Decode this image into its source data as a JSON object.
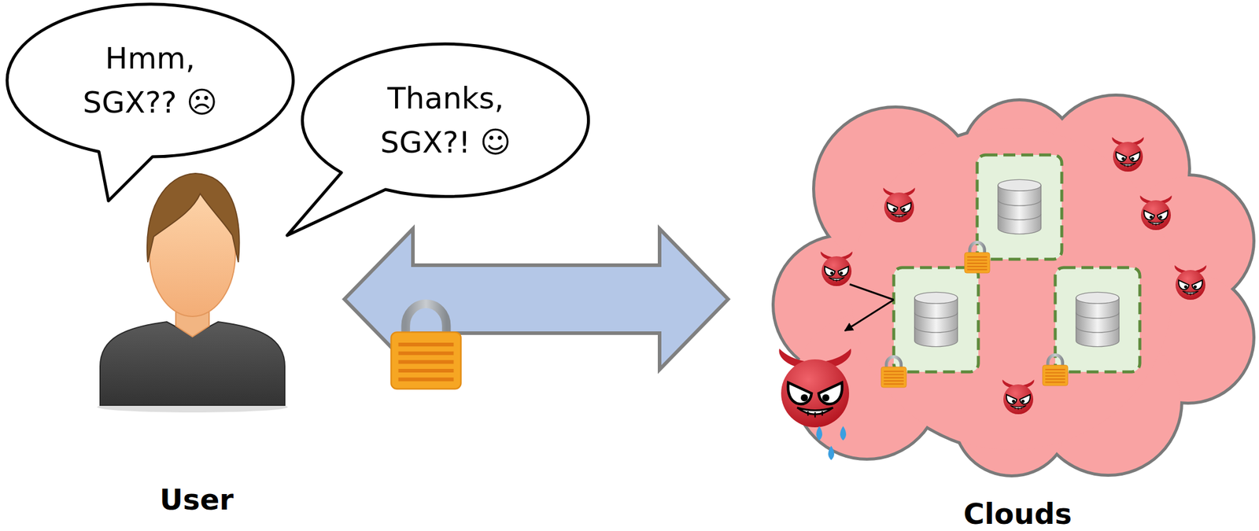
{
  "diagram": {
    "nodes": [
      {
        "text": [
          "Hmm, SGX?? ☹"
        ]
      },
      {
        "text": [
          "Thanks, SGX?! ☺"
        ]
      },
      {
        "text": [
          "User"
        ]
      },
      {
        "text": [
          "Clouds"
        ]
      }
    ],
    "edges": [
      {
        "from": 2,
        "to": 3,
        "arrow": "both"
      }
    ]
  }
}
